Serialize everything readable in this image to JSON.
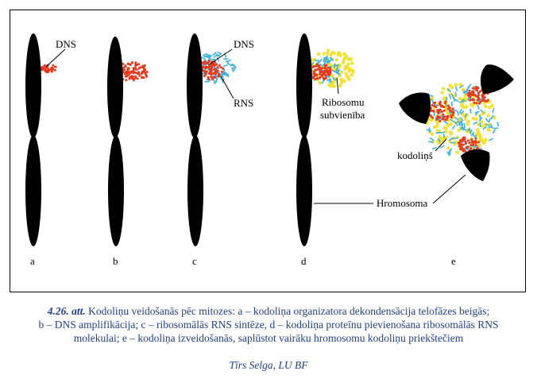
{
  "panels": [
    {
      "letter": "a"
    },
    {
      "letter": "b"
    },
    {
      "letter": "c"
    },
    {
      "letter": "d"
    },
    {
      "letter": "e"
    }
  ],
  "labels": {
    "dns_a": "DNS",
    "dns_c": "DNS",
    "rns": "RNS",
    "ribosomu_1": "Ribosomu",
    "ribosomu_2": "subvienība",
    "kodolins": "kodoliņš",
    "hromosoma": "Hromosoma"
  },
  "caption": {
    "number": "4.26. att.",
    "line1": " Kodoliņu veidošanās pēc mitozes: a – kodoliņa organizatora dekondensācija telofāzes beigās;",
    "line2": "b – DNS amplifikācija; c – ribosomālās RNS sintēze, d – kodoliņa proteīnu pievienošana ribosomālās RNS",
    "line3": "molekulai; e – kodoliņa izveidošanās, saplūstot vairāku hromosomu kodoliņu priekštečiem",
    "credit": "Tīrs Selga, LU BF"
  },
  "colors": {
    "chromosome": "#000000",
    "dna": "#e8391e",
    "rna": "#3fb3dc",
    "ribosome": "#f4e230",
    "caption": "#1f3f93"
  }
}
